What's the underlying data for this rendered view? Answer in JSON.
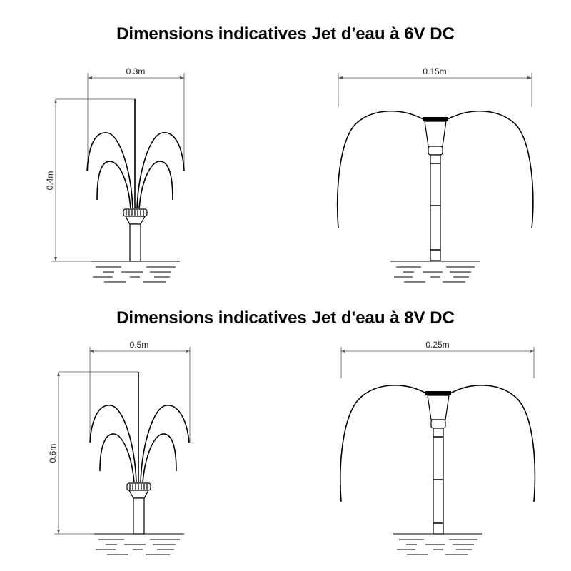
{
  "section_top": {
    "title": "Dimensions indicatives Jet d'eau à 6V DC",
    "fountain_left": {
      "width_label": "0.3m",
      "height_label": "0.4m"
    },
    "fountain_right": {
      "width_label": "0.15m"
    }
  },
  "section_bottom": {
    "title": "Dimensions indicatives Jet d'eau à 8V DC",
    "fountain_left": {
      "width_label": "0.5m",
      "height_label": "0.6m"
    },
    "fountain_right": {
      "width_label": "0.25m"
    }
  },
  "colors": {
    "ink": "#000000",
    "dimension_line": "#555555",
    "background": "#ffffff"
  }
}
